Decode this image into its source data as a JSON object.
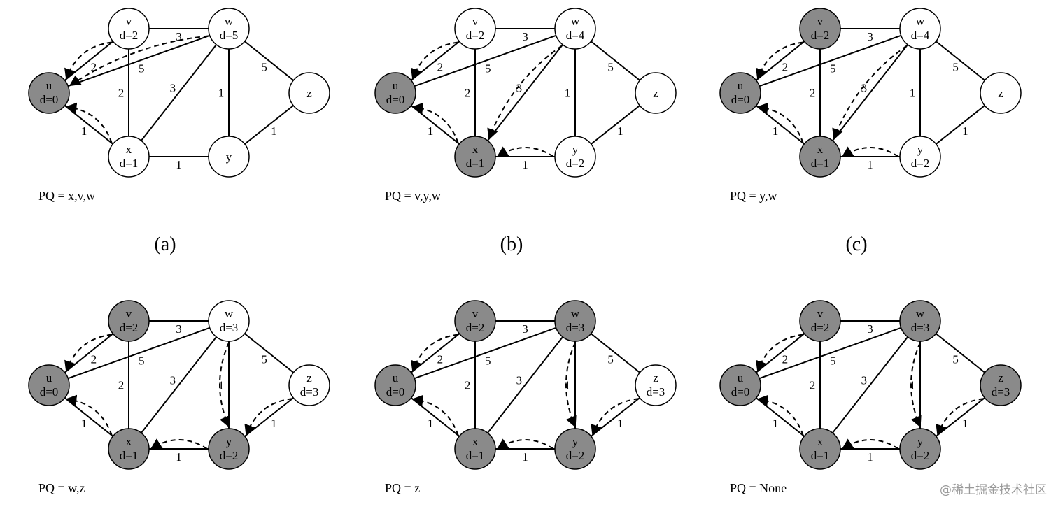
{
  "colors": {
    "visited_fill": "#8a8a8a",
    "unvisited_fill": "#ffffff",
    "stroke": "#000000",
    "text": "#000000"
  },
  "panels": [
    {
      "caption": "(a)",
      "pq": "PQ = x,v,w",
      "nodes": [
        {
          "id": "u",
          "d": "d=0",
          "visited": true
        },
        {
          "id": "v",
          "d": "d=2",
          "visited": false
        },
        {
          "id": "w",
          "d": "d=5",
          "visited": false
        },
        {
          "id": "x",
          "d": "d=1",
          "visited": false
        },
        {
          "id": "y",
          "d": "",
          "visited": false
        },
        {
          "id": "z",
          "d": "",
          "visited": false
        }
      ],
      "pred": [
        [
          "v",
          "u"
        ],
        [
          "w",
          "u"
        ],
        [
          "x",
          "u"
        ]
      ]
    },
    {
      "caption": "(b)",
      "pq": "PQ = v,y,w",
      "nodes": [
        {
          "id": "u",
          "d": "d=0",
          "visited": true
        },
        {
          "id": "v",
          "d": "d=2",
          "visited": false
        },
        {
          "id": "w",
          "d": "d=4",
          "visited": false
        },
        {
          "id": "x",
          "d": "d=1",
          "visited": true
        },
        {
          "id": "y",
          "d": "d=2",
          "visited": false
        },
        {
          "id": "z",
          "d": "",
          "visited": false
        }
      ],
      "pred": [
        [
          "v",
          "u"
        ],
        [
          "x",
          "u"
        ],
        [
          "w",
          "x"
        ],
        [
          "y",
          "x"
        ]
      ]
    },
    {
      "caption": "(c)",
      "pq": "PQ = y,w",
      "nodes": [
        {
          "id": "u",
          "d": "d=0",
          "visited": true
        },
        {
          "id": "v",
          "d": "d=2",
          "visited": true
        },
        {
          "id": "w",
          "d": "d=4",
          "visited": false
        },
        {
          "id": "x",
          "d": "d=1",
          "visited": true
        },
        {
          "id": "y",
          "d": "d=2",
          "visited": false
        },
        {
          "id": "z",
          "d": "",
          "visited": false
        }
      ],
      "pred": [
        [
          "v",
          "u"
        ],
        [
          "x",
          "u"
        ],
        [
          "w",
          "x"
        ],
        [
          "y",
          "x"
        ]
      ]
    },
    {
      "caption": "",
      "pq": "PQ = w,z",
      "nodes": [
        {
          "id": "u",
          "d": "d=0",
          "visited": true
        },
        {
          "id": "v",
          "d": "d=2",
          "visited": true
        },
        {
          "id": "w",
          "d": "d=3",
          "visited": false
        },
        {
          "id": "x",
          "d": "d=1",
          "visited": true
        },
        {
          "id": "y",
          "d": "d=2",
          "visited": true
        },
        {
          "id": "z",
          "d": "d=3",
          "visited": false
        }
      ],
      "pred": [
        [
          "v",
          "u"
        ],
        [
          "x",
          "u"
        ],
        [
          "y",
          "x"
        ],
        [
          "w",
          "y"
        ],
        [
          "z",
          "y"
        ]
      ]
    },
    {
      "caption": "",
      "pq": "PQ = z",
      "nodes": [
        {
          "id": "u",
          "d": "d=0",
          "visited": true
        },
        {
          "id": "v",
          "d": "d=2",
          "visited": true
        },
        {
          "id": "w",
          "d": "d=3",
          "visited": true
        },
        {
          "id": "x",
          "d": "d=1",
          "visited": true
        },
        {
          "id": "y",
          "d": "d=2",
          "visited": true
        },
        {
          "id": "z",
          "d": "d=3",
          "visited": false
        }
      ],
      "pred": [
        [
          "v",
          "u"
        ],
        [
          "x",
          "u"
        ],
        [
          "y",
          "x"
        ],
        [
          "w",
          "y"
        ],
        [
          "z",
          "y"
        ]
      ]
    },
    {
      "caption": "",
      "pq": "PQ = None",
      "nodes": [
        {
          "id": "u",
          "d": "d=0",
          "visited": true
        },
        {
          "id": "v",
          "d": "d=2",
          "visited": true
        },
        {
          "id": "w",
          "d": "d=3",
          "visited": true
        },
        {
          "id": "x",
          "d": "d=1",
          "visited": true
        },
        {
          "id": "y",
          "d": "d=2",
          "visited": true
        },
        {
          "id": "z",
          "d": "d=3",
          "visited": true
        }
      ],
      "pred": [
        [
          "v",
          "u"
        ],
        [
          "x",
          "u"
        ],
        [
          "y",
          "x"
        ],
        [
          "w",
          "y"
        ],
        [
          "z",
          "y"
        ]
      ]
    }
  ],
  "edges": [
    {
      "a": "u",
      "b": "v",
      "w": "2"
    },
    {
      "a": "u",
      "b": "w",
      "w": "5"
    },
    {
      "a": "u",
      "b": "x",
      "w": "1"
    },
    {
      "a": "v",
      "b": "w",
      "w": "3"
    },
    {
      "a": "v",
      "b": "x",
      "w": "2"
    },
    {
      "a": "w",
      "b": "x",
      "w": "3"
    },
    {
      "a": "w",
      "b": "y",
      "w": "1"
    },
    {
      "a": "w",
      "b": "z",
      "w": "5"
    },
    {
      "a": "x",
      "b": "y",
      "w": "1"
    },
    {
      "a": "y",
      "b": "z",
      "w": "1"
    }
  ],
  "watermark": "@稀土掘金技术社区"
}
